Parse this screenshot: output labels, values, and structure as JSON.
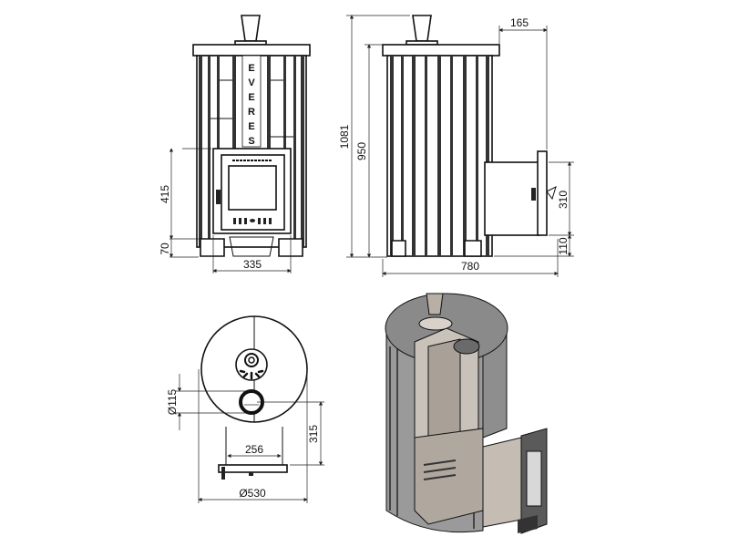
{
  "front_view": {
    "logo_text": "EVERES",
    "dims": {
      "door_height": "415",
      "base_height": "70",
      "door_width": "335"
    }
  },
  "side_view": {
    "dims": {
      "total_height": "1081",
      "body_height": "950",
      "firebox_offset": "165",
      "firebox_height": "310",
      "firebox_base": "110",
      "total_depth": "780"
    }
  },
  "top_view": {
    "dims": {
      "chimney_diameter": "Ø115",
      "firebox_width": "256",
      "chimney_offset": "315",
      "body_diameter": "Ø530"
    }
  },
  "colors": {
    "line": "#111111",
    "stone": "#8a8a8a",
    "steel": "#b5aea6",
    "dark": "#3a3a3a"
  }
}
